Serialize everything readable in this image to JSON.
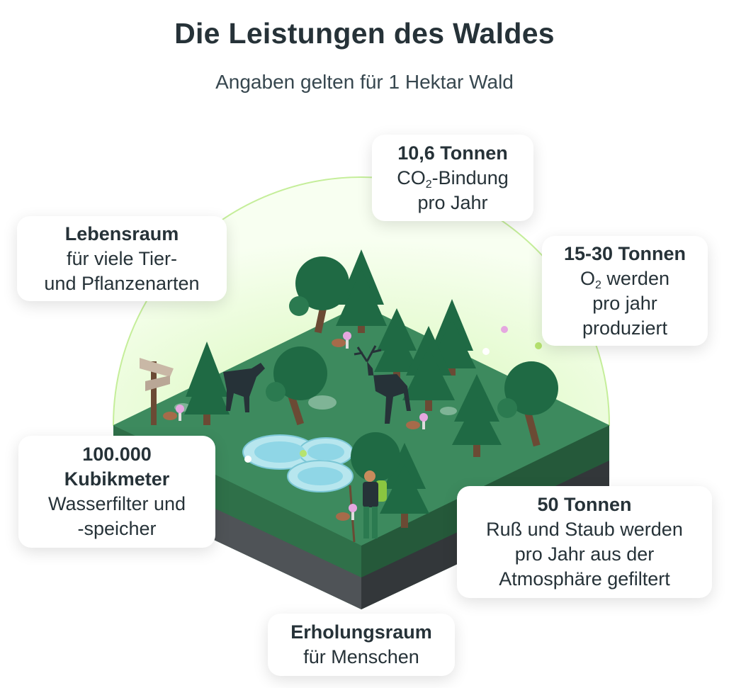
{
  "header": {
    "title": "Die Leistungen des Waldes",
    "subtitle": "Angaben gelten für 1 Hektar Wald"
  },
  "cards": {
    "co2": {
      "bold": "10,6 Tonnen",
      "line2_pre": "CO",
      "line2_sub": "2",
      "line2_post": "-Bindung",
      "line3": "pro Jahr"
    },
    "habitat": {
      "bold": "Lebensraum",
      "line2": "für viele Tier-",
      "line3": "und Pflanzenarten"
    },
    "o2": {
      "bold": "15-30 Tonnen",
      "line2_pre": "O",
      "line2_sub": "2",
      "line2_post": " werden",
      "line3": "pro jahr",
      "line4": "produziert"
    },
    "water": {
      "bold1": "100.000",
      "bold2": "Kubikmeter",
      "line3": "Wasserfilter und",
      "line4": "-speicher"
    },
    "dust": {
      "bold": "50 Tonnen",
      "line2": "Ruß und Staub werden",
      "line3": "pro Jahr aus der",
      "line4": "Atmosphäre gefiltert"
    },
    "recreation": {
      "bold": "Erholungsraum",
      "line2": "für Menschen"
    }
  },
  "icons": [
    "forest-illustration",
    "deer-icon",
    "hiker-icon",
    "signpost-icon",
    "pond-icon",
    "mushroom-icon",
    "butterfly-icon",
    "tree-icon"
  ],
  "colors": {
    "grass": "#3d8a5e",
    "tree_dark": "#1f6a44",
    "glow": "#e9fbd6",
    "glow_border": "#c5ee9a",
    "water": "#8fd6e6",
    "text": "#263238"
  }
}
